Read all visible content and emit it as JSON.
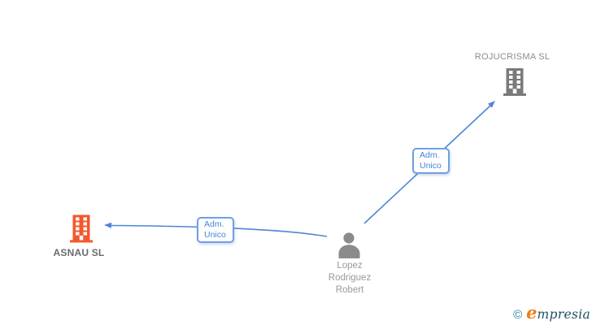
{
  "colors": {
    "edge": "#4d86d6",
    "edge_label_border": "#6fa0e2",
    "edge_label_text": "#4285d8",
    "company_icon_gray": "#7a7a7a",
    "company_icon_orange": "#f4572d",
    "person_icon": "#8b8b8b",
    "company_label_gray": "#8c8c8c",
    "company_label_dark": "#6b6b6b",
    "person_label": "#999999",
    "watermark_copyright": "#1e7f9f",
    "watermark_lead": "#ef7d1a",
    "watermark_rest": "#1c4e66"
  },
  "nodes": {
    "rojucrisma": {
      "label": "ROJUCRISMA SL",
      "type": "company"
    },
    "asnau": {
      "label": "ASNAU SL",
      "type": "company"
    },
    "person": {
      "label": "Lopez Rodriguez Robert",
      "lines": [
        "Lopez",
        "Rodriguez",
        "Robert"
      ],
      "type": "person"
    }
  },
  "edges": {
    "person_to_rojucrisma": {
      "label_line1": "Adm.",
      "label_line2": "Unico"
    },
    "person_to_asnau": {
      "label_line1": "Adm.",
      "label_line2": "Unico"
    }
  },
  "watermark": {
    "copyright_symbol": "©",
    "brand_lead": "e",
    "brand_rest": "mpresia"
  }
}
